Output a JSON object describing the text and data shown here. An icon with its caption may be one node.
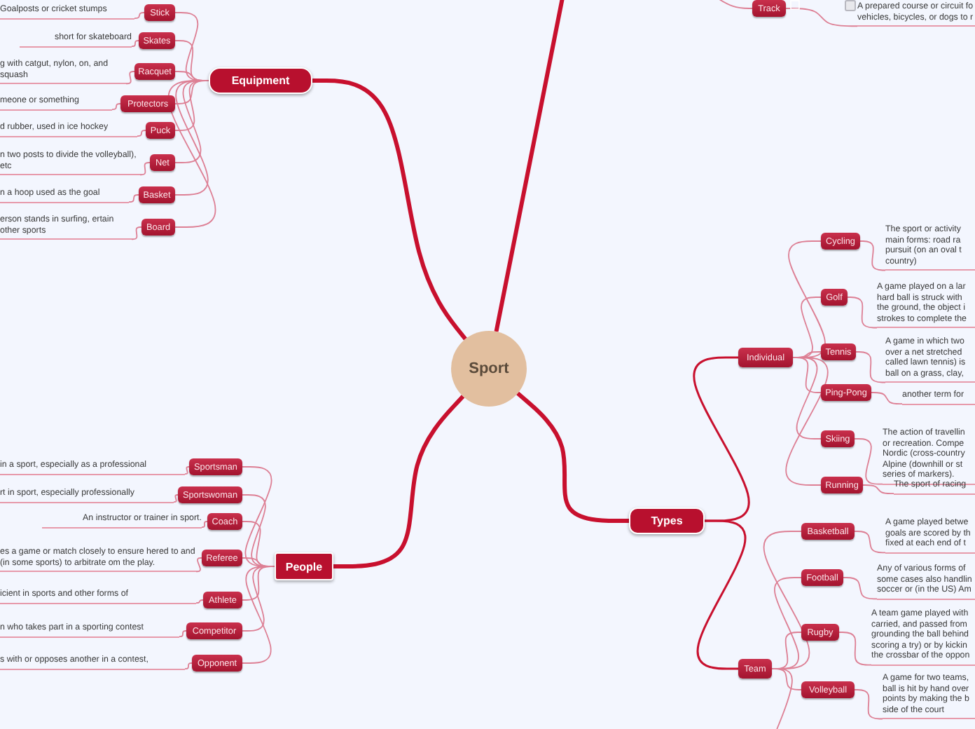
{
  "diagram": {
    "nodes": [
      {
        "text": [
          "Sport"
        ]
      },
      {
        "text": [
          "Equipment"
        ]
      },
      {
        "text": [
          "Stick"
        ]
      },
      {
        "text": [
          "Goalposts or cricket stumps"
        ]
      },
      {
        "text": [
          "Skates"
        ]
      },
      {
        "text": [
          "short for skateboard"
        ]
      },
      {
        "text": [
          "Racquet"
        ]
      },
      {
        "text": [
          "g with catgut, nylon, on, and squash"
        ]
      },
      {
        "text": [
          "Protectors"
        ]
      },
      {
        "text": [
          "meone or something"
        ]
      },
      {
        "text": [
          "Puck"
        ]
      },
      {
        "text": [
          "d rubber, used in ice hockey"
        ]
      },
      {
        "text": [
          "Net"
        ]
      },
      {
        "text": [
          "n two posts to divide the volleyball), etc"
        ]
      },
      {
        "text": [
          "Basket"
        ]
      },
      {
        "text": [
          "n a hoop used as the goal"
        ]
      },
      {
        "text": [
          "Board"
        ]
      },
      {
        "text": [
          "erson stands in surfing, ertain other sports"
        ]
      },
      {
        "text": [
          "People"
        ]
      },
      {
        "text": [
          "Sportsman"
        ]
      },
      {
        "text": [
          "in a sport, especially as a professional"
        ]
      },
      {
        "text": [
          "Sportswoman"
        ]
      },
      {
        "text": [
          "rt in sport, especially professionally"
        ]
      },
      {
        "text": [
          "Coach"
        ]
      },
      {
        "text": [
          "An instructor or trainer in sport."
        ]
      },
      {
        "text": [
          "Referee"
        ]
      },
      {
        "text": [
          "es a game or match closely to ensure hered to and (in some sports) to arbitrate om the play."
        ]
      },
      {
        "text": [
          "Athlete"
        ]
      },
      {
        "text": [
          "icient in sports and other forms of"
        ]
      },
      {
        "text": [
          "Competitor"
        ]
      },
      {
        "text": [
          "n who takes part in a sporting contest"
        ]
      },
      {
        "text": [
          "Opponent"
        ]
      },
      {
        "text": [
          "s with or opposes another in a contest,"
        ]
      },
      {
        "text": [
          "Types"
        ]
      },
      {
        "text": [
          "Individual"
        ]
      },
      {
        "text": [
          "Cycling"
        ]
      },
      {
        "text": [
          "The sport or activity main forms: road ra pursuit (on an oval t country)"
        ]
      },
      {
        "text": [
          "Golf"
        ]
      },
      {
        "text": [
          "A game played on a lar hard ball is struck with the ground, the object i strokes to complete the"
        ]
      },
      {
        "text": [
          "Tennis"
        ]
      },
      {
        "text": [
          "A game in which two over a net stretched called lawn tennis) is ball on a grass, clay,"
        ]
      },
      {
        "text": [
          "Ping-Pong"
        ]
      },
      {
        "text": [
          "another term for"
        ]
      },
      {
        "text": [
          "Skiing"
        ]
      },
      {
        "text": [
          "The action of travellin or recreation. Compe Nordic (cross-country Alpine (downhill or st series of markers)."
        ]
      },
      {
        "text": [
          "Running"
        ]
      },
      {
        "text": [
          "The sport of racing"
        ]
      },
      {
        "text": [
          "Team"
        ]
      },
      {
        "text": [
          "Basketball"
        ]
      },
      {
        "text": [
          "A game played betwe goals are scored by th fixed at each end of t"
        ]
      },
      {
        "text": [
          "Football"
        ]
      },
      {
        "text": [
          "Any of various forms of some cases also handlin soccer or (in the US) Am"
        ]
      },
      {
        "text": [
          "Rugby"
        ]
      },
      {
        "text": [
          "A team game played with carried, and passed from grounding the ball behind scoring a try) or by kickin the crossbar of the oppon"
        ]
      },
      {
        "text": [
          "Volleyball"
        ]
      },
      {
        "text": [
          "A game for two teams, ball is hit by hand over points by making the b side of the court"
        ]
      },
      {
        "text": [
          "Track"
        ]
      },
      {
        "text": [
          "A prepared course or circuit fo vehicles, bicycles, or dogs to r"
        ]
      }
    ],
    "edges": [
      {
        "from": 0,
        "to": 1,
        "arrow": "none",
        "style": "thick",
        "color": "#c8102e"
      },
      {
        "from": 0,
        "to": 18,
        "arrow": "none",
        "style": "thick",
        "color": "#c8102e"
      },
      {
        "from": 0,
        "to": 33,
        "arrow": "none",
        "style": "thick",
        "color": "#c8102e"
      },
      {
        "from": 0,
        "to": null,
        "arrow": "none",
        "style": "thick",
        "color": "#c8102e"
      },
      {
        "from": 1,
        "to": 2,
        "arrow": "none"
      },
      {
        "from": 2,
        "to": 3,
        "arrow": "none"
      },
      {
        "from": 1,
        "to": 4,
        "arrow": "none"
      },
      {
        "from": 4,
        "to": 5,
        "arrow": "none"
      },
      {
        "from": 1,
        "to": 6,
        "arrow": "none"
      },
      {
        "from": 6,
        "to": 7,
        "arrow": "none"
      },
      {
        "from": 1,
        "to": 8,
        "arrow": "none"
      },
      {
        "from": 8,
        "to": 9,
        "arrow": "none"
      },
      {
        "from": 1,
        "to": 10,
        "arrow": "none"
      },
      {
        "from": 10,
        "to": 11,
        "arrow": "none"
      },
      {
        "from": 1,
        "to": 12,
        "arrow": "none"
      },
      {
        "from": 12,
        "to": 13,
        "arrow": "none"
      },
      {
        "from": 1,
        "to": 14,
        "arrow": "none"
      },
      {
        "from": 14,
        "to": 15,
        "arrow": "none"
      },
      {
        "from": 1,
        "to": 16,
        "arrow": "none"
      },
      {
        "from": 16,
        "to": 17,
        "arrow": "none"
      },
      {
        "from": 18,
        "to": 19,
        "arrow": "none"
      },
      {
        "from": 19,
        "to": 20,
        "arrow": "none"
      },
      {
        "from": 18,
        "to": 21,
        "arrow": "none"
      },
      {
        "from": 21,
        "to": 22,
        "arrow": "none"
      },
      {
        "from": 18,
        "to": 23,
        "arrow": "none"
      },
      {
        "from": 23,
        "to": 24,
        "arrow": "none"
      },
      {
        "from": 18,
        "to": 25,
        "arrow": "none"
      },
      {
        "from": 25,
        "to": 26,
        "arrow": "none"
      },
      {
        "from": 18,
        "to": 27,
        "arrow": "none"
      },
      {
        "from": 27,
        "to": 28,
        "arrow": "none"
      },
      {
        "from": 18,
        "to": 29,
        "arrow": "none"
      },
      {
        "from": 29,
        "to": 30,
        "arrow": "none"
      },
      {
        "from": 18,
        "to": 31,
        "arrow": "none"
      },
      {
        "from": 31,
        "to": 32,
        "arrow": "none"
      },
      {
        "from": 33,
        "to": 34,
        "arrow": "none",
        "color": "#c8102e"
      },
      {
        "from": 33,
        "to": 47,
        "arrow": "none",
        "color": "#c8102e"
      },
      {
        "from": 34,
        "to": 35,
        "arrow": "none"
      },
      {
        "from": 35,
        "to": 36,
        "arrow": "none"
      },
      {
        "from": 34,
        "to": 37,
        "arrow": "none"
      },
      {
        "from": 37,
        "to": 38,
        "arrow": "none"
      },
      {
        "from": 34,
        "to": 39,
        "arrow": "none"
      },
      {
        "from": 39,
        "to": 40,
        "arrow": "none"
      },
      {
        "from": 34,
        "to": 41,
        "arrow": "none"
      },
      {
        "from": 41,
        "to": 42,
        "arrow": "none"
      },
      {
        "from": 34,
        "to": 43,
        "arrow": "none"
      },
      {
        "from": 43,
        "to": 44,
        "arrow": "none"
      },
      {
        "from": 34,
        "to": 45,
        "arrow": "none"
      },
      {
        "from": 45,
        "to": 46,
        "arrow": "none"
      },
      {
        "from": 47,
        "to": 48,
        "arrow": "none"
      },
      {
        "from": 48,
        "to": 49,
        "arrow": "none"
      },
      {
        "from": 47,
        "to": 50,
        "arrow": "none"
      },
      {
        "from": 50,
        "to": 51,
        "arrow": "none"
      },
      {
        "from": 47,
        "to": 52,
        "arrow": "none"
      },
      {
        "from": 52,
        "to": 53,
        "arrow": "none"
      },
      {
        "from": 47,
        "to": 54,
        "arrow": "none"
      },
      {
        "from": 54,
        "to": 55,
        "arrow": "none"
      },
      {
        "from": 47,
        "to": null,
        "arrow": "none"
      },
      {
        "from": null,
        "to": 56,
        "arrow": "none"
      },
      {
        "from": 56,
        "to": 57,
        "arrow": "none"
      }
    ]
  }
}
